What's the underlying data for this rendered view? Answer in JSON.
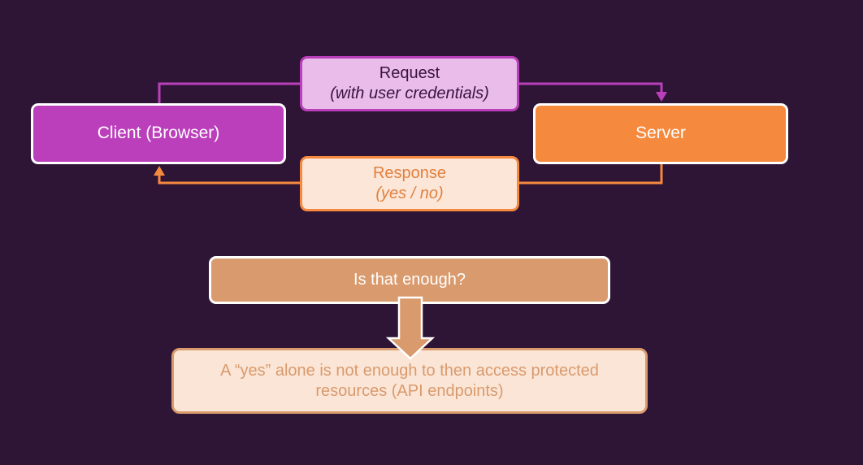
{
  "diagram": {
    "client": {
      "label": "Client (Browser)"
    },
    "server": {
      "label": "Server"
    },
    "request": {
      "label": "Request",
      "sublabel": "(with user credentials)"
    },
    "response": {
      "label": "Response",
      "sublabel": "(yes / no)"
    },
    "question": {
      "label": "Is that enough?"
    },
    "answer": {
      "label": "A “yes” alone is not enough to then access protected resources (API endpoints)"
    }
  },
  "colors": {
    "background": "#2e1435",
    "client": "#bb3fbb",
    "server": "#f58a3f",
    "request_fill": "#e9bcea",
    "response_fill": "#fce6d8",
    "question_fill": "#d99a6d",
    "answer_fill": "#fbe5d6"
  }
}
